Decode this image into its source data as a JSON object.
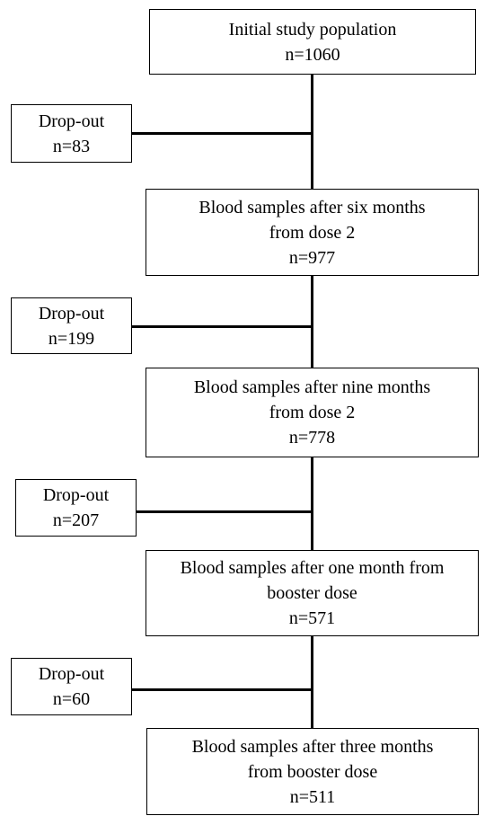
{
  "stages": [
    {
      "lines": [
        "Initial study population",
        "n=1060"
      ]
    },
    {
      "lines": [
        "Blood samples after six months",
        "from dose 2",
        "n=977"
      ]
    },
    {
      "lines": [
        "Blood samples after nine months",
        "from dose 2",
        "n=778"
      ]
    },
    {
      "lines": [
        "Blood samples after one month from",
        "booster dose",
        "n=571"
      ]
    },
    {
      "lines": [
        "Blood samples after three months",
        "from booster dose",
        "n=511"
      ]
    }
  ],
  "dropouts": [
    {
      "label": "Drop-out",
      "count": "n=83"
    },
    {
      "label": "Drop-out",
      "count": "n=199"
    },
    {
      "label": "Drop-out",
      "count": "n=207"
    },
    {
      "label": "Drop-out",
      "count": "n=60"
    }
  ],
  "colors": {
    "stroke": "#000000",
    "background": "#ffffff"
  }
}
